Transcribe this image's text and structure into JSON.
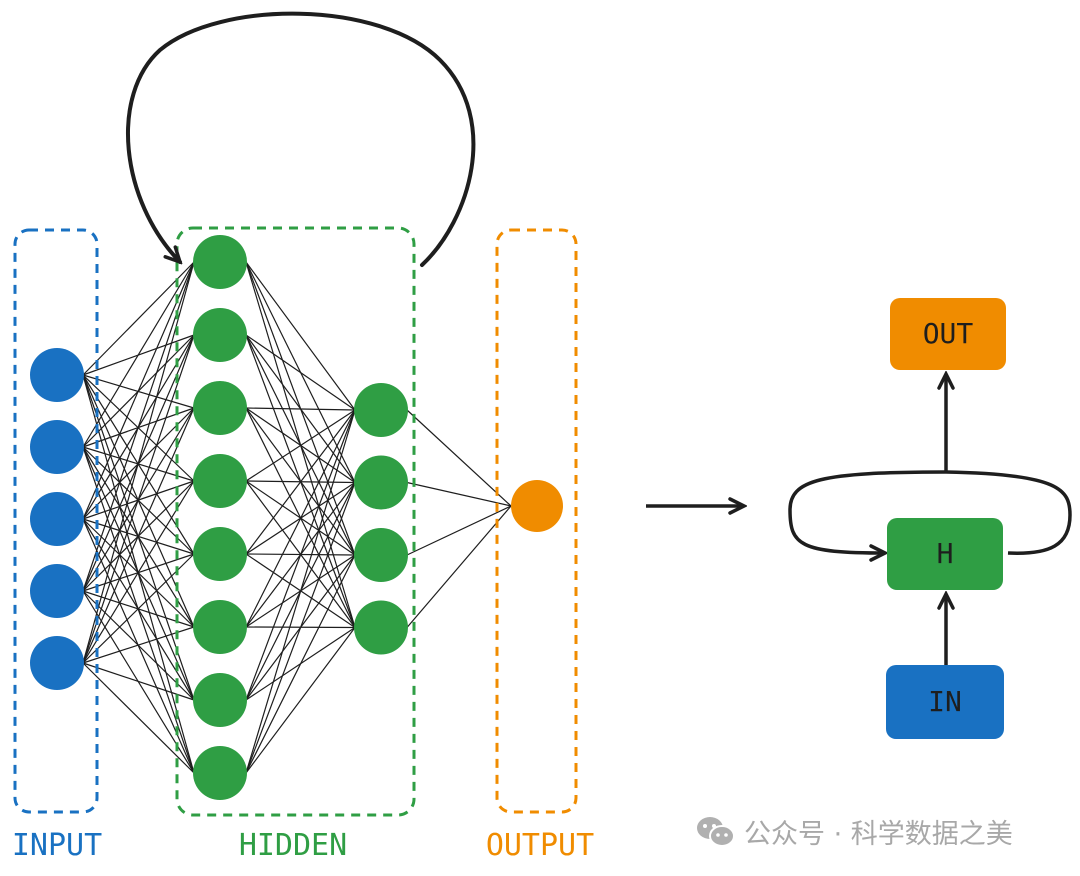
{
  "colors": {
    "input": "#1971c2",
    "hidden": "#2f9e44",
    "output": "#f08c00",
    "stroke": "#1e1e1e"
  },
  "network": {
    "layers": [
      {
        "name": "input",
        "nodes": 5
      },
      {
        "name": "hidden-1",
        "nodes": 8
      },
      {
        "name": "hidden-2",
        "nodes": 4
      },
      {
        "name": "output",
        "nodes": 1
      }
    ],
    "connectivity": "fully-connected",
    "recurrent_loop": "hidden"
  },
  "labels": {
    "input": "INPUT",
    "hidden": "HIDDEN",
    "output": "OUTPUT"
  },
  "rnn": {
    "out": "OUT",
    "h": "H",
    "in": "IN"
  },
  "watermark": {
    "icon": "wechat-icon",
    "text": "公众号 · 科学数据之美"
  }
}
